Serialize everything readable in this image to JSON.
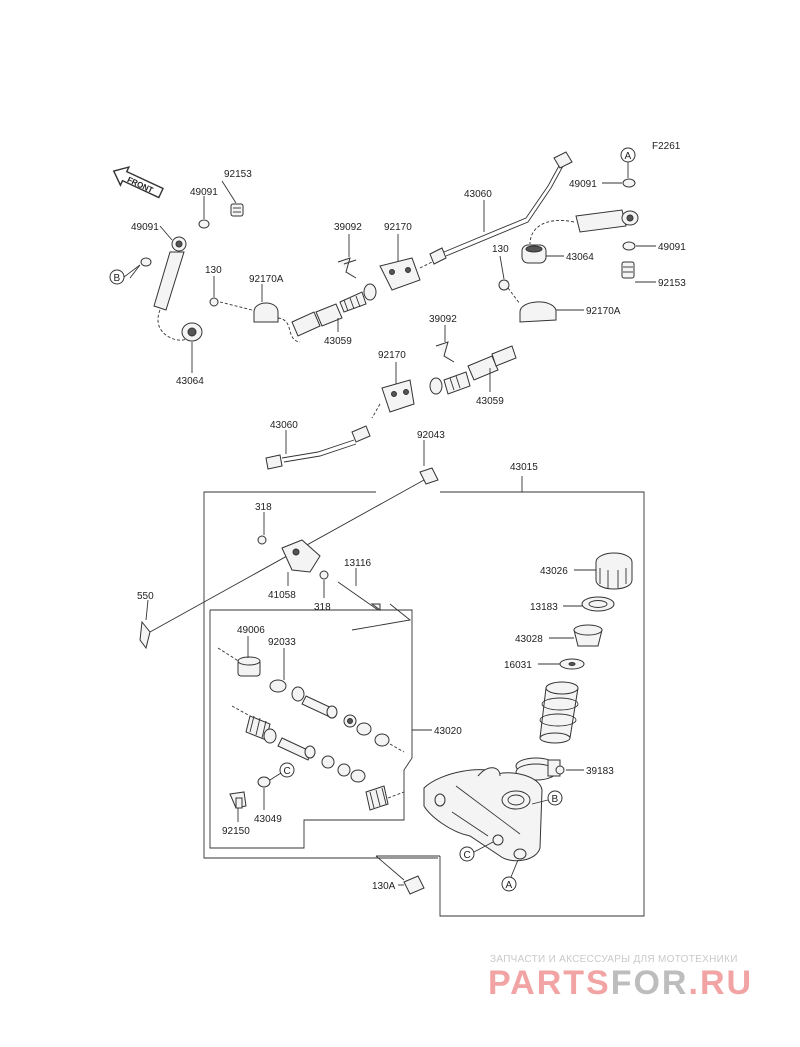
{
  "diagram_code": "F2261",
  "front_label": "FRONT",
  "parts": [
    {
      "id": "p92153a",
      "label": "92153"
    },
    {
      "id": "p49091a",
      "label": "49091"
    },
    {
      "id": "p49091b",
      "label": "49091"
    },
    {
      "id": "p130a",
      "label": "130"
    },
    {
      "id": "p92170Aa",
      "label": "92170A"
    },
    {
      "id": "p43064a",
      "label": "43064"
    },
    {
      "id": "p39092a",
      "label": "39092"
    },
    {
      "id": "p92170a",
      "label": "92170"
    },
    {
      "id": "p43059a",
      "label": "43059"
    },
    {
      "id": "p43060a",
      "label": "43060"
    },
    {
      "id": "p130b",
      "label": "130"
    },
    {
      "id": "p43064b",
      "label": "43064"
    },
    {
      "id": "p49091c",
      "label": "49091"
    },
    {
      "id": "p49091d",
      "label": "49091"
    },
    {
      "id": "p92153b",
      "label": "92153"
    },
    {
      "id": "p92170Ab",
      "label": "92170A"
    },
    {
      "id": "p39092b",
      "label": "39092"
    },
    {
      "id": "p92170b",
      "label": "92170"
    },
    {
      "id": "p43059b",
      "label": "43059"
    },
    {
      "id": "p43060b",
      "label": "43060"
    },
    {
      "id": "p92043",
      "label": "92043"
    },
    {
      "id": "p43015",
      "label": "43015"
    },
    {
      "id": "p318a",
      "label": "318"
    },
    {
      "id": "p41058",
      "label": "41058"
    },
    {
      "id": "p318b",
      "label": "318"
    },
    {
      "id": "p13116",
      "label": "13116"
    },
    {
      "id": "p550",
      "label": "550"
    },
    {
      "id": "p43026",
      "label": "43026"
    },
    {
      "id": "p13183",
      "label": "13183"
    },
    {
      "id": "p43028",
      "label": "43028"
    },
    {
      "id": "p16031",
      "label": "16031"
    },
    {
      "id": "p49006",
      "label": "49006"
    },
    {
      "id": "p92033",
      "label": "92033"
    },
    {
      "id": "p43020",
      "label": "43020"
    },
    {
      "id": "p39183",
      "label": "39183"
    },
    {
      "id": "p43049",
      "label": "43049"
    },
    {
      "id": "p92150",
      "label": "92150"
    },
    {
      "id": "p130A",
      "label": "130A"
    }
  ],
  "refs": [
    {
      "id": "refAtop",
      "label": "A"
    },
    {
      "id": "refBleft",
      "label": "B"
    },
    {
      "id": "refCmid",
      "label": "C"
    },
    {
      "id": "refBbody",
      "label": "B"
    },
    {
      "id": "refCbody",
      "label": "C"
    },
    {
      "id": "refAbody",
      "label": "A"
    }
  ],
  "watermark": {
    "subtitle": "ЗАПЧАСТИ И АКСЕССУАРЫ ДЛЯ МОТОТЕХНИКИ",
    "brand_a": "PARTS",
    "brand_b": "FOR",
    "brand_c": ".RU",
    "color_red": "#f2a3a3",
    "color_gray": "#bdbdbd"
  }
}
